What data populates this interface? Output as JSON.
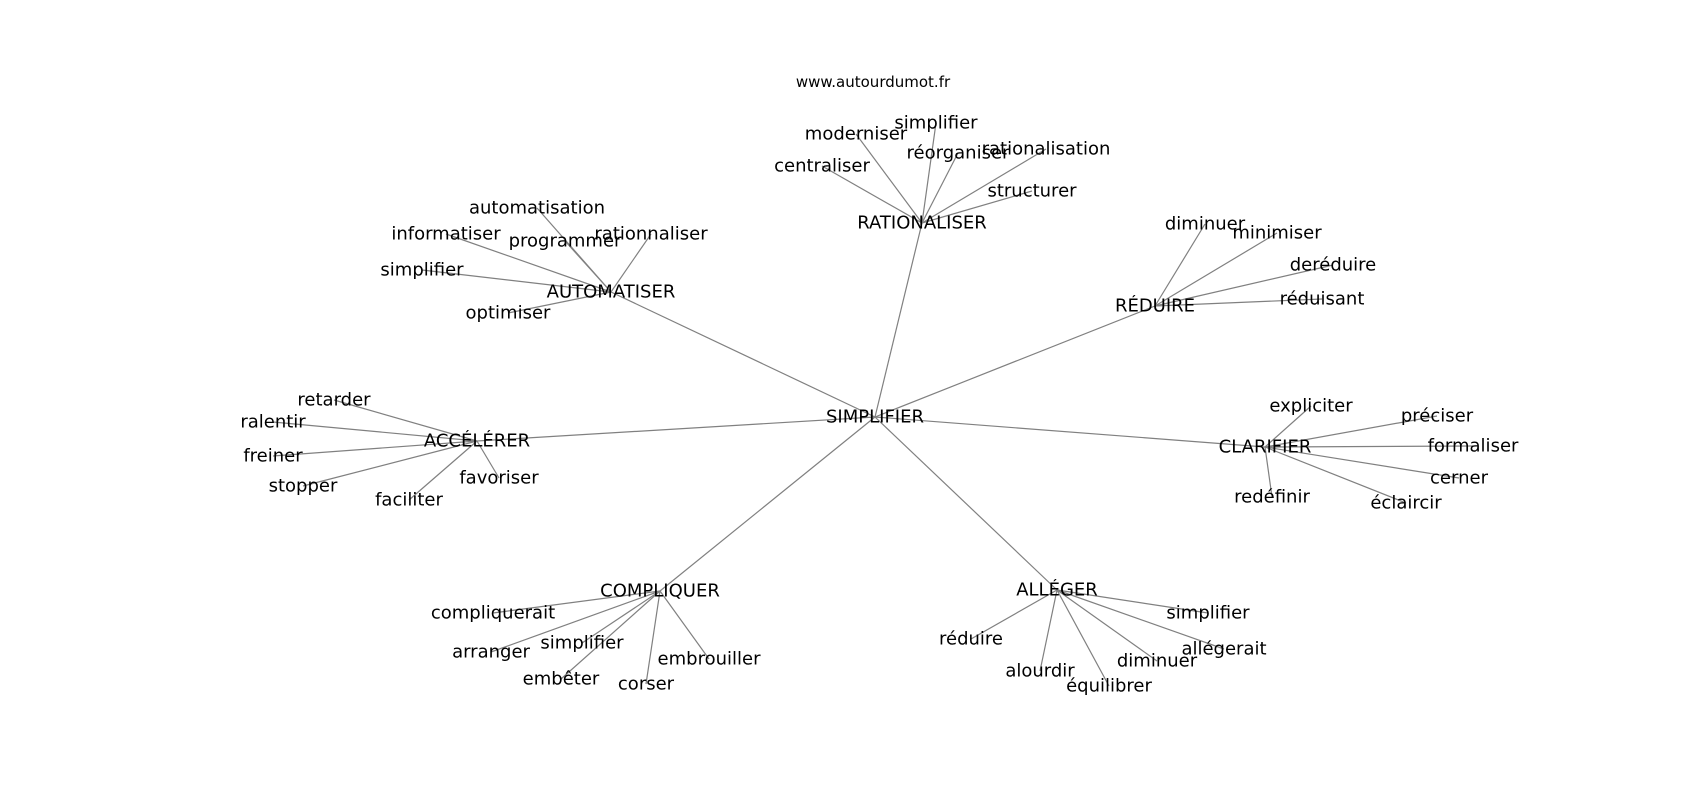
{
  "source": "www.autourdumot.fr",
  "center": "SIMPLIFIER",
  "hubs": [
    {
      "id": "rationaliser",
      "label": "RATIONALISER",
      "leaves": [
        "moderniser",
        "simplifier",
        "réorganiser",
        "rationalisation",
        "centraliser",
        "structurer"
      ]
    },
    {
      "id": "automatiser",
      "label": "AUTOMATISER",
      "leaves": [
        "automatisation",
        "informatiser",
        "programmer",
        "rationnaliser",
        "simplifier",
        "optimiser"
      ]
    },
    {
      "id": "reduire",
      "label": "RÉDUIRE",
      "leaves": [
        "diminuer",
        "minimiser",
        "deréduire",
        "réduisant"
      ]
    },
    {
      "id": "accelerer",
      "label": "ACCÉLÉRER",
      "leaves": [
        "retarder",
        "ralentir",
        "freiner",
        "stopper",
        "faciliter",
        "favoriser"
      ]
    },
    {
      "id": "clarifier",
      "label": "CLARIFIER",
      "leaves": [
        "expliciter",
        "préciser",
        "formaliser",
        "cerner",
        "redéfinir",
        "éclaircir"
      ]
    },
    {
      "id": "compliquer",
      "label": "COMPLIQUER",
      "leaves": [
        "compliquerait",
        "arranger",
        "simplifier",
        "embêter",
        "corser",
        "embrouiller"
      ]
    },
    {
      "id": "alleger",
      "label": "ALLÉGER",
      "leaves": [
        "simplifier",
        "allégerait",
        "réduire",
        "alourdir",
        "équilibrer",
        "diminuer"
      ]
    }
  ]
}
